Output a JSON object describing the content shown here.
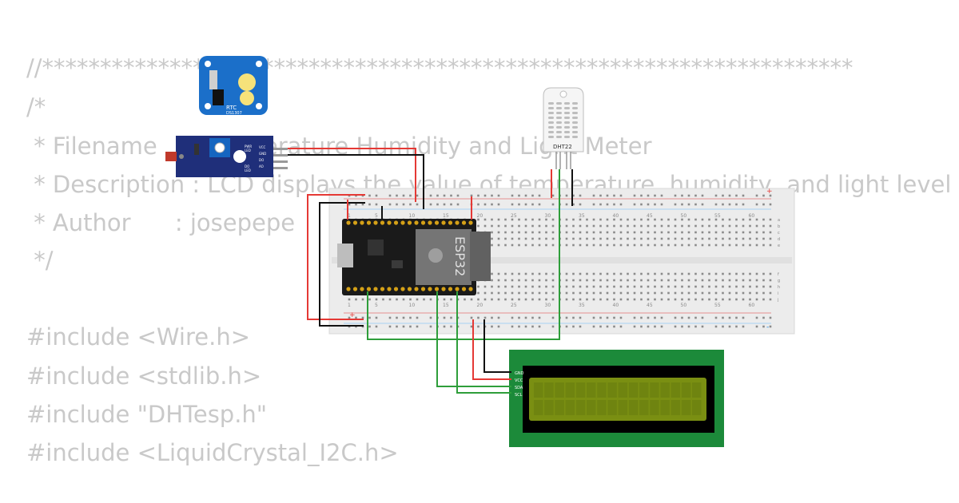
{
  "code": {
    "lines": [
      "//**********************************************************************",
      "/*",
      " * Filename    : Temperature Humidity and Light Meter",
      " * Description : LCD displays the value of temperature, humidity, and light level",
      " * Author      : josepepe",
      " */",
      "",
      "#include <Wire.h>",
      "#include <stdlib.h>",
      "#include \"DHTesp.h\"",
      "#include <LiquidCrystal_I2C.h>"
    ]
  },
  "components": {
    "rtc": {
      "label": "RTC",
      "sublabel": "DS1307",
      "color": "#1b6fc9"
    },
    "ldr": {
      "pins": [
        "VCC",
        "GND",
        "DO",
        "AO"
      ],
      "labels": [
        "PWR",
        "LED",
        "DO",
        "LED"
      ],
      "color": "#1f2f7a"
    },
    "dht": {
      "label": "DHT22"
    },
    "esp32": {
      "label": "ESP32"
    },
    "lcd": {
      "pins": [
        "GND",
        "VCC",
        "SDA",
        "SCL"
      ],
      "board_color": "#1c8a3a",
      "screen_color": "#7a8f12"
    },
    "breadboard": {
      "col_numbers": [
        "1",
        "5",
        "10",
        "15",
        "20",
        "25",
        "30",
        "35",
        "40",
        "45",
        "50",
        "55",
        "60"
      ],
      "row_letters_top": [
        "a",
        "b",
        "c",
        "d",
        "e"
      ],
      "row_letters_bottom": [
        "f",
        "g",
        "h",
        "i",
        "j"
      ]
    }
  },
  "wire_colors": {
    "power": "#e53935",
    "ground": "#111111",
    "signal": "#2e9e3a"
  }
}
